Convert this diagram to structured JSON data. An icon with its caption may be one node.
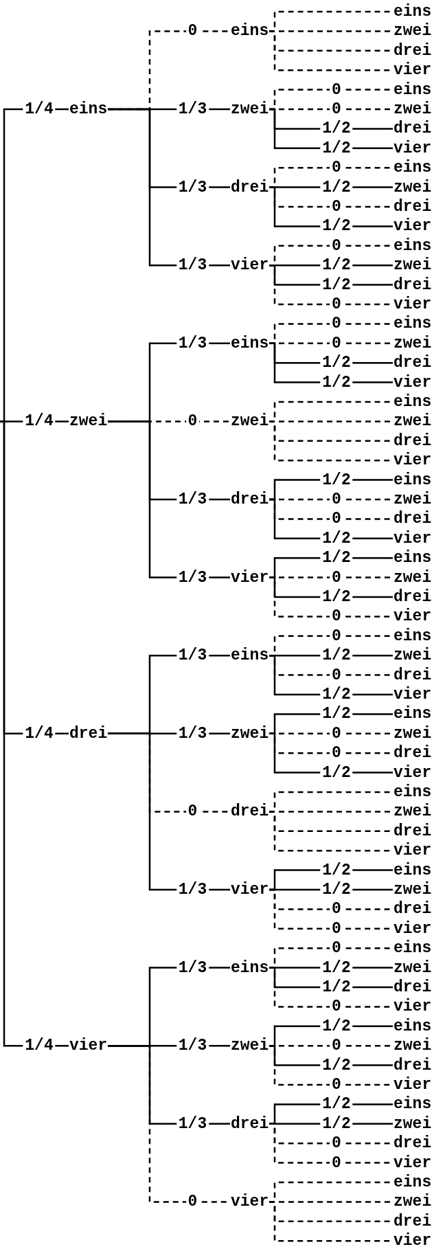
{
  "diagram": {
    "nodes": [
      {
        "text": [
          "eins"
        ]
      },
      {
        "text": [
          "eins"
        ]
      },
      {
        "text": [
          "eins"
        ]
      },
      {
        "text": [
          "zwei"
        ]
      },
      {
        "text": [
          "drei"
        ]
      },
      {
        "text": [
          "vier"
        ]
      },
      {
        "text": [
          "zwei"
        ]
      },
      {
        "text": [
          "eins"
        ]
      },
      {
        "text": [
          "zwei"
        ]
      },
      {
        "text": [
          "drei"
        ]
      },
      {
        "text": [
          "vier"
        ]
      },
      {
        "text": [
          "drei"
        ]
      },
      {
        "text": [
          "eins"
        ]
      },
      {
        "text": [
          "zwei"
        ]
      },
      {
        "text": [
          "drei"
        ]
      },
      {
        "text": [
          "vier"
        ]
      },
      {
        "text": [
          "vier"
        ]
      },
      {
        "text": [
          "eins"
        ]
      },
      {
        "text": [
          "zwei"
        ]
      },
      {
        "text": [
          "drei"
        ]
      },
      {
        "text": [
          "vier"
        ]
      },
      {
        "text": [
          "zwei"
        ]
      },
      {
        "text": [
          "eins"
        ]
      },
      {
        "text": [
          "eins"
        ]
      },
      {
        "text": [
          "zwei"
        ]
      },
      {
        "text": [
          "drei"
        ]
      },
      {
        "text": [
          "vier"
        ]
      },
      {
        "text": [
          "zwei"
        ]
      },
      {
        "text": [
          "eins"
        ]
      },
      {
        "text": [
          "zwei"
        ]
      },
      {
        "text": [
          "drei"
        ]
      },
      {
        "text": [
          "vier"
        ]
      },
      {
        "text": [
          "drei"
        ]
      },
      {
        "text": [
          "eins"
        ]
      },
      {
        "text": [
          "zwei"
        ]
      },
      {
        "text": [
          "drei"
        ]
      },
      {
        "text": [
          "vier"
        ]
      },
      {
        "text": [
          "vier"
        ]
      },
      {
        "text": [
          "eins"
        ]
      },
      {
        "text": [
          "zwei"
        ]
      },
      {
        "text": [
          "drei"
        ]
      },
      {
        "text": [
          "vier"
        ]
      },
      {
        "text": [
          "drei"
        ]
      },
      {
        "text": [
          "eins"
        ]
      },
      {
        "text": [
          "eins"
        ]
      },
      {
        "text": [
          "zwei"
        ]
      },
      {
        "text": [
          "drei"
        ]
      },
      {
        "text": [
          "vier"
        ]
      },
      {
        "text": [
          "zwei"
        ]
      },
      {
        "text": [
          "eins"
        ]
      },
      {
        "text": [
          "zwei"
        ]
      },
      {
        "text": [
          "drei"
        ]
      },
      {
        "text": [
          "vier"
        ]
      },
      {
        "text": [
          "drei"
        ]
      },
      {
        "text": [
          "eins"
        ]
      },
      {
        "text": [
          "zwei"
        ]
      },
      {
        "text": [
          "drei"
        ]
      },
      {
        "text": [
          "vier"
        ]
      },
      {
        "text": [
          "vier"
        ]
      },
      {
        "text": [
          "eins"
        ]
      },
      {
        "text": [
          "zwei"
        ]
      },
      {
        "text": [
          "drei"
        ]
      },
      {
        "text": [
          "vier"
        ]
      },
      {
        "text": [
          "vier"
        ]
      },
      {
        "text": [
          "eins"
        ]
      },
      {
        "text": [
          "eins"
        ]
      },
      {
        "text": [
          "zwei"
        ]
      },
      {
        "text": [
          "drei"
        ]
      },
      {
        "text": [
          "vier"
        ]
      },
      {
        "text": [
          "zwei"
        ]
      },
      {
        "text": [
          "eins"
        ]
      },
      {
        "text": [
          "zwei"
        ]
      },
      {
        "text": [
          "drei"
        ]
      },
      {
        "text": [
          "vier"
        ]
      },
      {
        "text": [
          "drei"
        ]
      },
      {
        "text": [
          "eins"
        ]
      },
      {
        "text": [
          "zwei"
        ]
      },
      {
        "text": [
          "drei"
        ]
      },
      {
        "text": [
          "vier"
        ]
      },
      {
        "text": [
          "vier"
        ]
      },
      {
        "text": [
          "eins"
        ]
      },
      {
        "text": [
          "zwei"
        ]
      },
      {
        "text": [
          "drei"
        ]
      },
      {
        "text": [
          "vier"
        ]
      }
    ],
    "edges": [
      {
        "from": null,
        "to": 0,
        "arrow": "none",
        "label": "1/4"
      },
      {
        "from": 0,
        "to": 1,
        "arrow": "none",
        "label": "0",
        "style": "dashed"
      },
      {
        "from": 1,
        "to": 2,
        "arrow": "none",
        "style": "dashed"
      },
      {
        "from": 1,
        "to": 3,
        "arrow": "none",
        "style": "dashed"
      },
      {
        "from": 1,
        "to": 4,
        "arrow": "none",
        "style": "dashed"
      },
      {
        "from": 1,
        "to": 5,
        "arrow": "none",
        "style": "dashed"
      },
      {
        "from": 0,
        "to": 6,
        "arrow": "none",
        "label": "1/3"
      },
      {
        "from": 6,
        "to": 7,
        "arrow": "none",
        "label": "0",
        "style": "dashed"
      },
      {
        "from": 6,
        "to": 8,
        "arrow": "none",
        "label": "0",
        "style": "dashed"
      },
      {
        "from": 6,
        "to": 9,
        "arrow": "none",
        "label": "1/2"
      },
      {
        "from": 6,
        "to": 10,
        "arrow": "none",
        "label": "1/2"
      },
      {
        "from": 0,
        "to": 11,
        "arrow": "none",
        "label": "1/3"
      },
      {
        "from": 11,
        "to": 12,
        "arrow": "none",
        "label": "0",
        "style": "dashed"
      },
      {
        "from": 11,
        "to": 13,
        "arrow": "none",
        "label": "1/2"
      },
      {
        "from": 11,
        "to": 14,
        "arrow": "none",
        "label": "0",
        "style": "dashed"
      },
      {
        "from": 11,
        "to": 15,
        "arrow": "none",
        "label": "1/2"
      },
      {
        "from": 0,
        "to": 16,
        "arrow": "none",
        "label": "1/3"
      },
      {
        "from": 16,
        "to": 17,
        "arrow": "none",
        "label": "0",
        "style": "dashed"
      },
      {
        "from": 16,
        "to": 18,
        "arrow": "none",
        "label": "1/2"
      },
      {
        "from": 16,
        "to": 19,
        "arrow": "none",
        "label": "1/2"
      },
      {
        "from": 16,
        "to": 20,
        "arrow": "none",
        "label": "0",
        "style": "dashed"
      },
      {
        "from": null,
        "to": 21,
        "arrow": "none",
        "label": "1/4"
      },
      {
        "from": 21,
        "to": 22,
        "arrow": "none",
        "label": "1/3"
      },
      {
        "from": 22,
        "to": 23,
        "arrow": "none",
        "label": "0",
        "style": "dashed"
      },
      {
        "from": 22,
        "to": 24,
        "arrow": "none",
        "label": "0",
        "style": "dashed"
      },
      {
        "from": 22,
        "to": 25,
        "arrow": "none",
        "label": "1/2"
      },
      {
        "from": 22,
        "to": 26,
        "arrow": "none",
        "label": "1/2"
      },
      {
        "from": 21,
        "to": 27,
        "arrow": "none",
        "label": "0",
        "style": "dashed"
      },
      {
        "from": 27,
        "to": 28,
        "arrow": "none",
        "style": "dashed"
      },
      {
        "from": 27,
        "to": 29,
        "arrow": "none",
        "style": "dashed"
      },
      {
        "from": 27,
        "to": 30,
        "arrow": "none",
        "style": "dashed"
      },
      {
        "from": 27,
        "to": 31,
        "arrow": "none",
        "style": "dashed"
      },
      {
        "from": 21,
        "to": 32,
        "arrow": "none",
        "label": "1/3"
      },
      {
        "from": 32,
        "to": 33,
        "arrow": "none",
        "label": "1/2"
      },
      {
        "from": 32,
        "to": 34,
        "arrow": "none",
        "label": "0",
        "style": "dashed"
      },
      {
        "from": 32,
        "to": 35,
        "arrow": "none",
        "label": "0",
        "style": "dashed"
      },
      {
        "from": 32,
        "to": 36,
        "arrow": "none",
        "label": "1/2"
      },
      {
        "from": 21,
        "to": 37,
        "arrow": "none",
        "label": "1/3"
      },
      {
        "from": 37,
        "to": 38,
        "arrow": "none",
        "label": "1/2"
      },
      {
        "from": 37,
        "to": 39,
        "arrow": "none",
        "label": "0",
        "style": "dashed"
      },
      {
        "from": 37,
        "to": 40,
        "arrow": "none",
        "label": "1/2"
      },
      {
        "from": 37,
        "to": 41,
        "arrow": "none",
        "label": "0",
        "style": "dashed"
      },
      {
        "from": null,
        "to": 42,
        "arrow": "none",
        "label": "1/4"
      },
      {
        "from": 42,
        "to": 43,
        "arrow": "none",
        "label": "1/3"
      },
      {
        "from": 43,
        "to": 44,
        "arrow": "none",
        "label": "0",
        "style": "dashed"
      },
      {
        "from": 43,
        "to": 45,
        "arrow": "none",
        "label": "1/2"
      },
      {
        "from": 43,
        "to": 46,
        "arrow": "none",
        "label": "0",
        "style": "dashed"
      },
      {
        "from": 43,
        "to": 47,
        "arrow": "none",
        "label": "1/2"
      },
      {
        "from": 42,
        "to": 48,
        "arrow": "none",
        "label": "1/3"
      },
      {
        "from": 48,
        "to": 49,
        "arrow": "none",
        "label": "1/2"
      },
      {
        "from": 48,
        "to": 50,
        "arrow": "none",
        "label": "0",
        "style": "dashed"
      },
      {
        "from": 48,
        "to": 51,
        "arrow": "none",
        "label": "0",
        "style": "dashed"
      },
      {
        "from": 48,
        "to": 52,
        "arrow": "none",
        "label": "1/2"
      },
      {
        "from": 42,
        "to": 53,
        "arrow": "none",
        "label": "0",
        "style": "dashed"
      },
      {
        "from": 53,
        "to": 54,
        "arrow": "none",
        "style": "dashed"
      },
      {
        "from": 53,
        "to": 55,
        "arrow": "none",
        "style": "dashed"
      },
      {
        "from": 53,
        "to": 56,
        "arrow": "none",
        "style": "dashed"
      },
      {
        "from": 53,
        "to": 57,
        "arrow": "none",
        "style": "dashed"
      },
      {
        "from": 42,
        "to": 58,
        "arrow": "none",
        "label": "1/3"
      },
      {
        "from": 58,
        "to": 59,
        "arrow": "none",
        "label": "1/2"
      },
      {
        "from": 58,
        "to": 60,
        "arrow": "none",
        "label": "1/2"
      },
      {
        "from": 58,
        "to": 61,
        "arrow": "none",
        "label": "0",
        "style": "dashed"
      },
      {
        "from": 58,
        "to": 62,
        "arrow": "none",
        "label": "0",
        "style": "dashed"
      },
      {
        "from": null,
        "to": 63,
        "arrow": "none",
        "label": "1/4"
      },
      {
        "from": 63,
        "to": 64,
        "arrow": "none",
        "label": "1/3"
      },
      {
        "from": 64,
        "to": 65,
        "arrow": "none",
        "label": "0",
        "style": "dashed"
      },
      {
        "from": 64,
        "to": 66,
        "arrow": "none",
        "label": "1/2"
      },
      {
        "from": 64,
        "to": 67,
        "arrow": "none",
        "label": "1/2"
      },
      {
        "from": 64,
        "to": 68,
        "arrow": "none",
        "label": "0",
        "style": "dashed"
      },
      {
        "from": 63,
        "to": 69,
        "arrow": "none",
        "label": "1/3"
      },
      {
        "from": 69,
        "to": 70,
        "arrow": "none",
        "label": "1/2"
      },
      {
        "from": 69,
        "to": 71,
        "arrow": "none",
        "label": "0",
        "style": "dashed"
      },
      {
        "from": 69,
        "to": 72,
        "arrow": "none",
        "label": "1/2"
      },
      {
        "from": 69,
        "to": 73,
        "arrow": "none",
        "label": "0",
        "style": "dashed"
      },
      {
        "from": 63,
        "to": 74,
        "arrow": "none",
        "label": "1/3"
      },
      {
        "from": 74,
        "to": 75,
        "arrow": "none",
        "label": "1/2"
      },
      {
        "from": 74,
        "to": 76,
        "arrow": "none",
        "label": "1/2"
      },
      {
        "from": 74,
        "to": 77,
        "arrow": "none",
        "label": "0",
        "style": "dashed"
      },
      {
        "from": 74,
        "to": 78,
        "arrow": "none",
        "label": "0",
        "style": "dashed"
      },
      {
        "from": 63,
        "to": 79,
        "arrow": "none",
        "label": "0",
        "style": "dashed"
      },
      {
        "from": 79,
        "to": 80,
        "arrow": "none",
        "style": "dashed"
      },
      {
        "from": 79,
        "to": 81,
        "arrow": "none",
        "style": "dashed"
      },
      {
        "from": 79,
        "to": 82,
        "arrow": "none",
        "style": "dashed"
      },
      {
        "from": 79,
        "to": 83,
        "arrow": "none",
        "style": "dashed"
      }
    ]
  }
}
